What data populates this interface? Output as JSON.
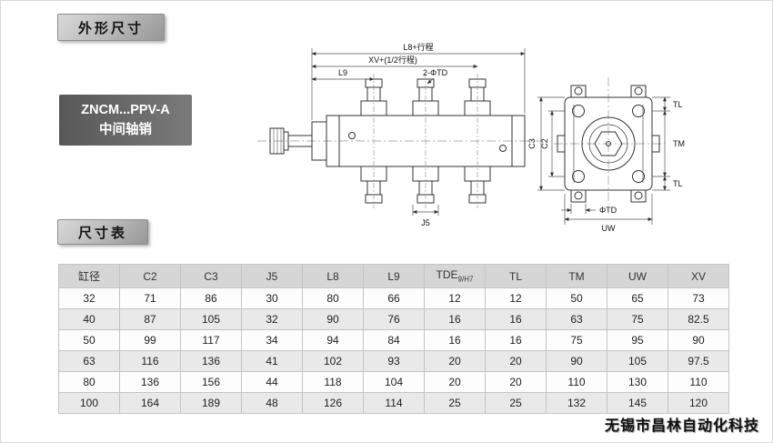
{
  "sections": {
    "outline_title": "外形尺寸",
    "table_title": "尺寸表"
  },
  "model": {
    "line1": "ZNCM...PPV-A",
    "line2": "中间轴销"
  },
  "drawing": {
    "dims": {
      "l8": "L8+行程",
      "xv": "XV+(1/2行程)",
      "l9": "L9",
      "td2": "2-ΦTD",
      "j5": "J5",
      "c3": "C3",
      "c2": "C2",
      "tl_top": "TL",
      "tm": "TM",
      "tl_bottom": "TL",
      "phi_td": "ΦTD",
      "uw": "UW"
    }
  },
  "table": {
    "headers": [
      {
        "label": "缸径"
      },
      {
        "label": "C2"
      },
      {
        "label": "C3"
      },
      {
        "label": "J5"
      },
      {
        "label": "L8"
      },
      {
        "label": "L9"
      },
      {
        "label": "TDE",
        "sub": "9/H7"
      },
      {
        "label": "TL"
      },
      {
        "label": "TM"
      },
      {
        "label": "UW"
      },
      {
        "label": "XV"
      }
    ],
    "rows": [
      [
        "32",
        "71",
        "86",
        "30",
        "80",
        "66",
        "12",
        "12",
        "50",
        "65",
        "73"
      ],
      [
        "40",
        "87",
        "105",
        "32",
        "90",
        "76",
        "16",
        "16",
        "63",
        "75",
        "82.5"
      ],
      [
        "50",
        "99",
        "117",
        "34",
        "94",
        "84",
        "16",
        "16",
        "75",
        "95",
        "90"
      ],
      [
        "63",
        "116",
        "136",
        "41",
        "102",
        "93",
        "20",
        "20",
        "90",
        "105",
        "97.5"
      ],
      [
        "80",
        "136",
        "156",
        "44",
        "118",
        "104",
        "20",
        "20",
        "110",
        "130",
        "110"
      ],
      [
        "100",
        "164",
        "189",
        "48",
        "126",
        "114",
        "25",
        "25",
        "132",
        "145",
        "120"
      ]
    ]
  },
  "footer": {
    "watermark": "无锡市昌林自动化科技"
  }
}
